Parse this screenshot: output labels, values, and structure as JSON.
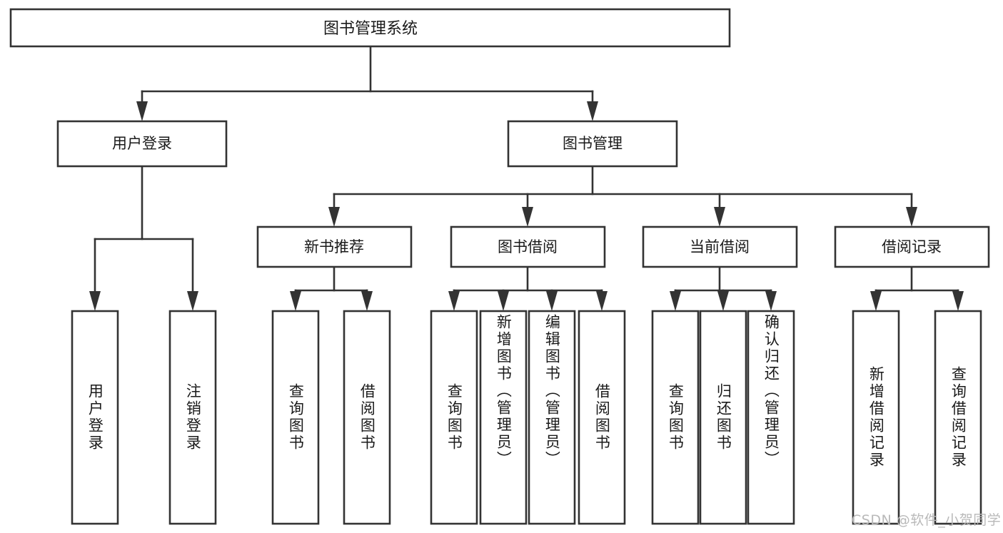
{
  "diagram": {
    "type": "tree-hierarchy",
    "title": "图书管理系统",
    "root": {
      "id": "root",
      "label": "图书管理系统",
      "orientation": "horizontal"
    },
    "level2": [
      {
        "id": "user-login",
        "label": "用户登录",
        "orientation": "horizontal"
      },
      {
        "id": "book-manage",
        "label": "图书管理",
        "orientation": "horizontal"
      }
    ],
    "level3": [
      {
        "id": "new-book-recommend",
        "label": "新书推荐",
        "parent": "book-manage",
        "orientation": "horizontal"
      },
      {
        "id": "book-borrow",
        "label": "图书借阅",
        "parent": "book-manage",
        "orientation": "horizontal"
      },
      {
        "id": "current-borrow",
        "label": "当前借阅",
        "parent": "book-manage",
        "orientation": "horizontal"
      },
      {
        "id": "borrow-record",
        "label": "借阅记录",
        "parent": "book-manage",
        "orientation": "horizontal"
      }
    ],
    "leaves": [
      {
        "id": "leaf-user-login",
        "label": "用户登录",
        "parent": "user-login",
        "orientation": "vertical"
      },
      {
        "id": "leaf-logout-login",
        "label": "注销登录",
        "parent": "user-login",
        "orientation": "vertical"
      },
      {
        "id": "leaf-query-book-1",
        "label": "查询图书",
        "parent": "new-book-recommend",
        "orientation": "vertical"
      },
      {
        "id": "leaf-borrow-book-1",
        "label": "借阅图书",
        "parent": "new-book-recommend",
        "orientation": "vertical"
      },
      {
        "id": "leaf-query-book-2",
        "label": "查询图书",
        "parent": "book-borrow",
        "orientation": "vertical"
      },
      {
        "id": "leaf-add-book",
        "label": "新增图书（管理员）",
        "parent": "book-borrow",
        "orientation": "vertical"
      },
      {
        "id": "leaf-edit-book",
        "label": "编辑图书（管理员）",
        "parent": "book-borrow",
        "orientation": "vertical"
      },
      {
        "id": "leaf-borrow-book-2",
        "label": "借阅图书",
        "parent": "book-borrow",
        "orientation": "vertical"
      },
      {
        "id": "leaf-query-book-3",
        "label": "查询图书",
        "parent": "current-borrow",
        "orientation": "vertical"
      },
      {
        "id": "leaf-return-book",
        "label": "归还图书",
        "parent": "current-borrow",
        "orientation": "vertical"
      },
      {
        "id": "leaf-confirm-return",
        "label": "确认归还（管理员）",
        "parent": "current-borrow",
        "orientation": "vertical"
      },
      {
        "id": "leaf-add-record",
        "label": "新增借阅记录",
        "parent": "borrow-record",
        "orientation": "vertical"
      },
      {
        "id": "leaf-query-record",
        "label": "查询借阅记录",
        "parent": "borrow-record",
        "orientation": "vertical"
      }
    ],
    "colors": {
      "stroke": "#333333",
      "box_fill": "#ffffff",
      "text": "#1a1a1a",
      "background": "#ffffff",
      "watermark": "#b9b9b9"
    }
  },
  "watermark": {
    "text": "CSDN @软件_小贺同学"
  }
}
